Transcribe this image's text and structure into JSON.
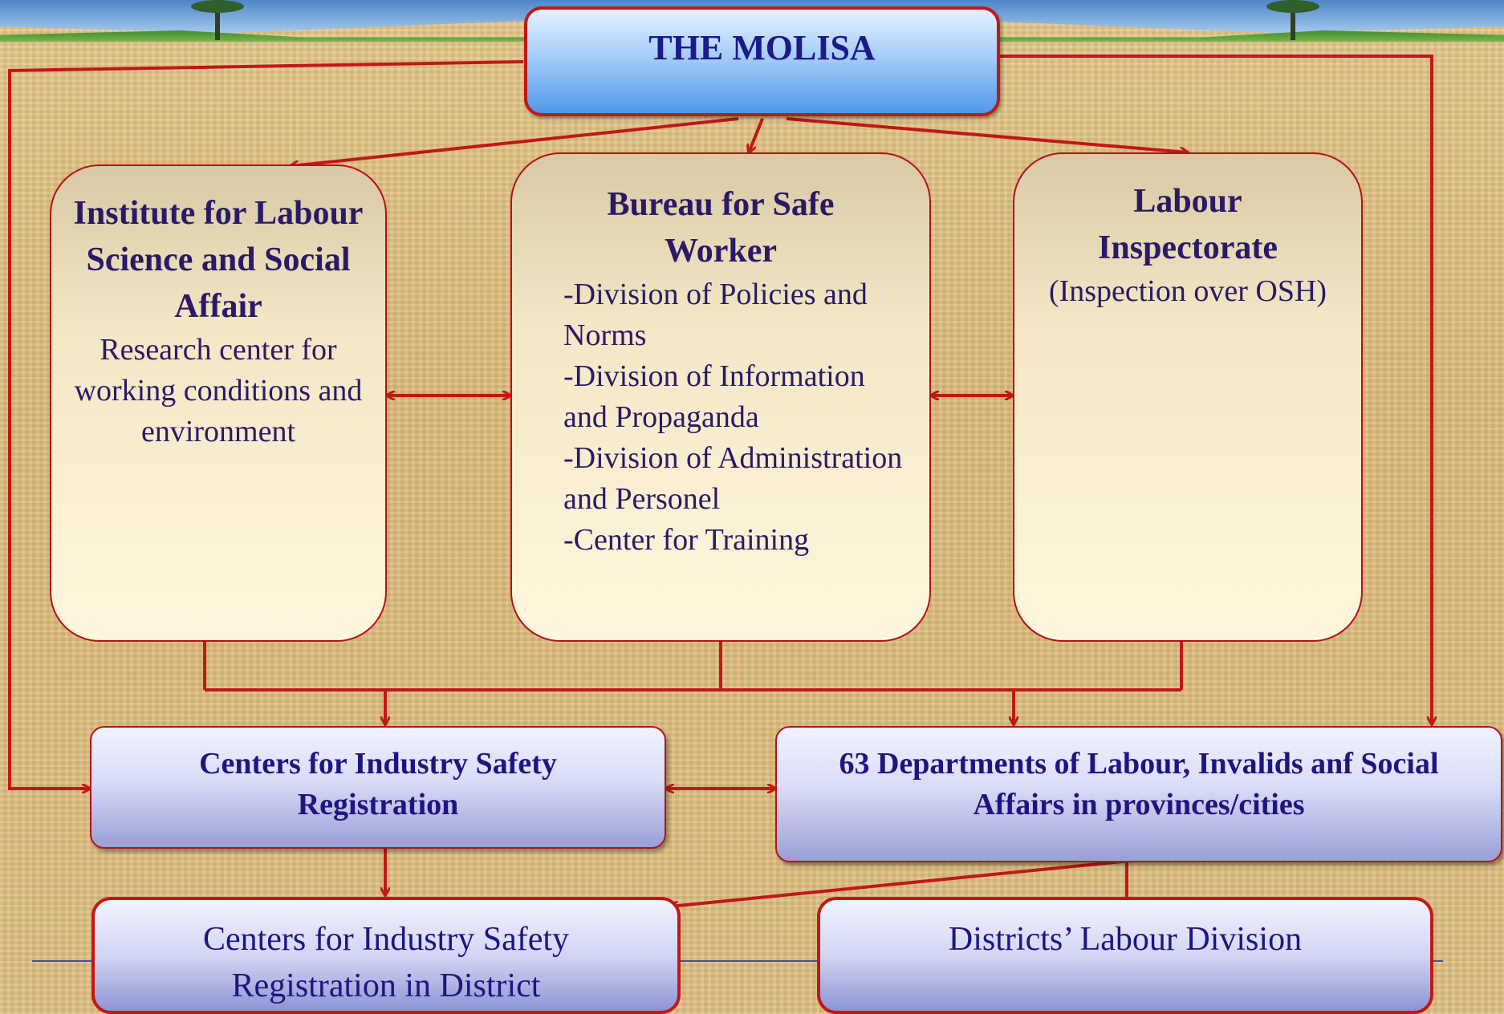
{
  "top": {
    "title": "THE MOLISA"
  },
  "institute": {
    "head": "Institute for Labour Science and Social Affair",
    "sub": "Research center for working conditions and environment"
  },
  "bureau": {
    "head": "Bureau for Safe Worker",
    "items": [
      "-Division of Policies and Norms",
      "-Division of Information and Propaganda",
      "-Division of Administration and Personel",
      "-Center for Training"
    ]
  },
  "inspectorate": {
    "head": "Labour Inspectorate",
    "sub": "(Inspection over OSH)"
  },
  "centers": {
    "title": "Centers for Industry Safety Registration"
  },
  "departments": {
    "title": "63 Departments of  Labour, Invalids anf Social Affairs in provinces/cities"
  },
  "district_centers": {
    "title": "Centers for Industry Safety Registration in District"
  },
  "district_labour": {
    "title": "Districts’ Labour Division"
  },
  "colors": {
    "connector": "#c01818",
    "box_border": "#b3121a",
    "text": "#1f1580"
  }
}
